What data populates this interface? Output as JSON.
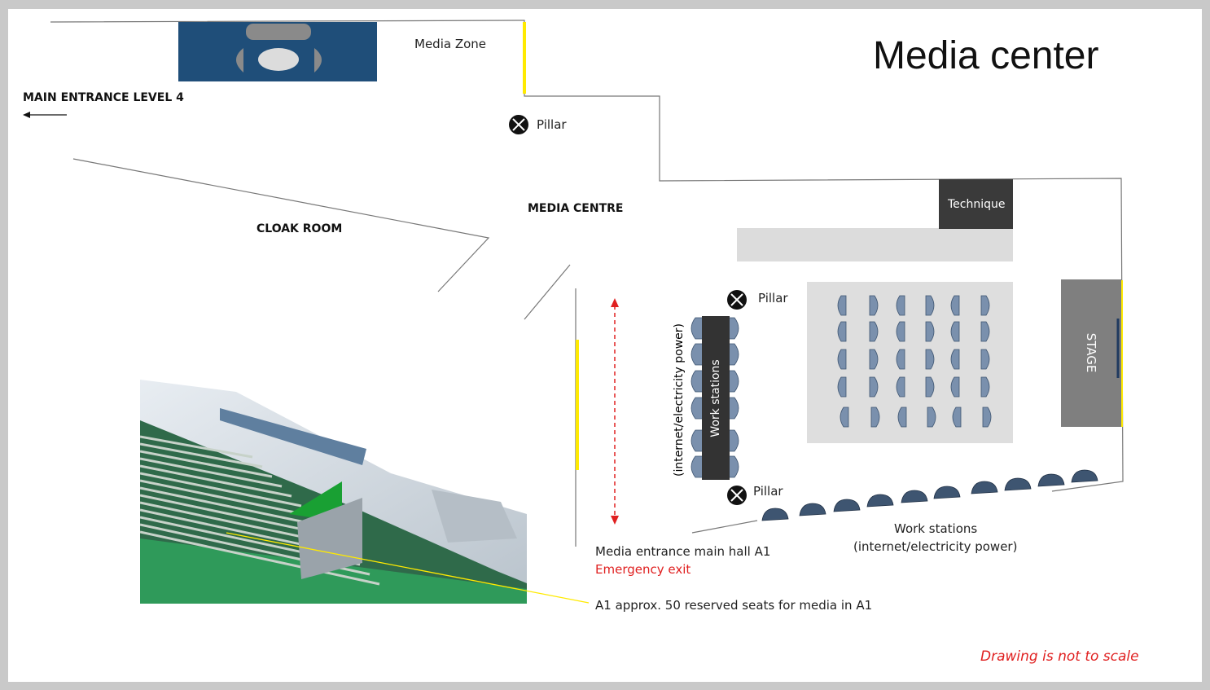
{
  "title": "Media center",
  "labels": {
    "media_zone": "Media Zone",
    "main_entrance": "MAIN ENTRANCE LEVEL 4",
    "cloak_room": "CLOAK ROOM",
    "media_centre": "MEDIA CENTRE",
    "technique": "Technique",
    "stage": "STAGE",
    "work_stations_block": "Work  stations",
    "work_stations_vertical_note": "(internet/electricity power)",
    "work_stations_bottom_line1": "Work stations",
    "work_stations_bottom_line2": "(internet/electricity power)",
    "media_entrance": "Media entrance main hall A1",
    "emergency_exit": "Emergency exit",
    "reserved_seats": "A1 approx. 50 reserved seats for media in A1",
    "not_to_scale": "Drawing is not to scale"
  },
  "pillars": [
    {
      "id": "pillar-top",
      "label": "Pillar"
    },
    {
      "id": "pillar-middle",
      "label": "Pillar"
    },
    {
      "id": "pillar-bottom",
      "label": "Pillar"
    }
  ],
  "colors": {
    "wall": "#777777",
    "yellow_marker": "#ffea00",
    "media_zone_block": "#1f4e79",
    "technique_block": "#3a3a3a",
    "stage_block": "#7f7f7f",
    "seating_area": "#dedede",
    "counter": "#dcdcdc",
    "chair": "#7a90ad",
    "chair_outline": "#3e5571",
    "workstation_table": "#333333",
    "emergency_arrow": "#e02020",
    "photo_green": "#2f9a5a"
  },
  "icons": {
    "pillar": "circle-x-icon",
    "arrow_left": "arrow-left-icon",
    "double_arrow": "double-arrow-vertical-icon"
  }
}
